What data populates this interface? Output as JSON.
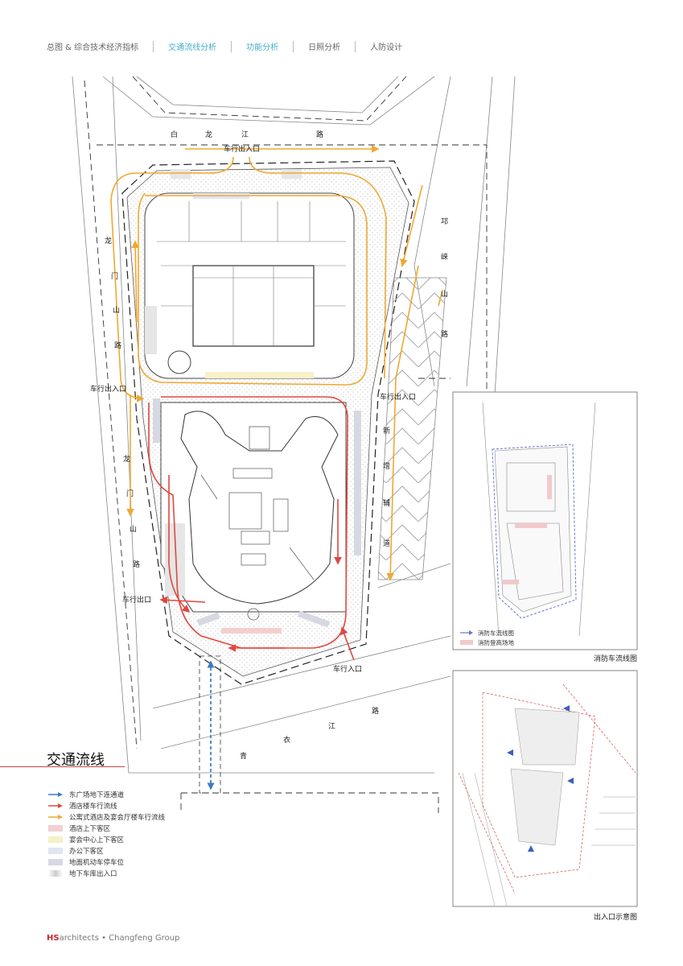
{
  "tabs": [
    {
      "label": "总图 & 综合技术经济指标",
      "active": false
    },
    {
      "label": "交通流线分析",
      "active": true
    },
    {
      "label": "功能分析",
      "active": true
    },
    {
      "label": "日照分析",
      "active": false
    },
    {
      "label": "人防设计",
      "active": false
    }
  ],
  "roads": {
    "bailongjiang": [
      "白",
      "龙",
      "江",
      "路"
    ],
    "qionglai": [
      "邛",
      "崃",
      "山",
      "路"
    ],
    "longmen_top": [
      "龙",
      "门",
      "山",
      "路"
    ],
    "longmen_bottom": [
      "龙",
      "门",
      "山",
      "路"
    ],
    "xinzeng": [
      "新",
      "增",
      "辅",
      "道"
    ],
    "qingyi": [
      "青",
      "衣",
      "江",
      "路"
    ]
  },
  "labels": {
    "entry_top": "车行出入口",
    "entry_left": "车行出入口",
    "entry_right": "车行出入口",
    "exit_left": "车行出口",
    "entry_bottom": "车行入口"
  },
  "title": "交通流线",
  "legend": [
    {
      "label": "东广场地下连通道",
      "kind": "arrow",
      "color": "#3a7cc4"
    },
    {
      "label": "酒店楼车行流线",
      "kind": "arrow",
      "color": "#e0473f"
    },
    {
      "label": "公寓式酒店及宴会厅楼车行流线",
      "kind": "arrow",
      "color": "#f0a830"
    },
    {
      "label": "酒店上下客区",
      "kind": "swatch",
      "color": "#f3cfd0"
    },
    {
      "label": "宴会中心上下客区",
      "kind": "swatch",
      "color": "#f7f0c8"
    },
    {
      "label": "办公下客区",
      "kind": "swatch",
      "color": "#dfe6ef"
    },
    {
      "label": "地面机动车停车位",
      "kind": "swatch",
      "color": "#d6d8e2"
    },
    {
      "label": "地下车库出入口",
      "kind": "gradient",
      "color": "#cccccc"
    }
  ],
  "inset_fire": {
    "caption": "消防车流线图",
    "legend": [
      {
        "label": "消防车流线图",
        "color": "#6a74c9"
      },
      {
        "label": "消防登高场地",
        "color": "#f2c9cb"
      }
    ]
  },
  "inset_entrance": {
    "caption": "出入口示意图"
  },
  "footer": {
    "brand_bold": "HS",
    "brand_rest": "architects • Changfeng Group"
  }
}
